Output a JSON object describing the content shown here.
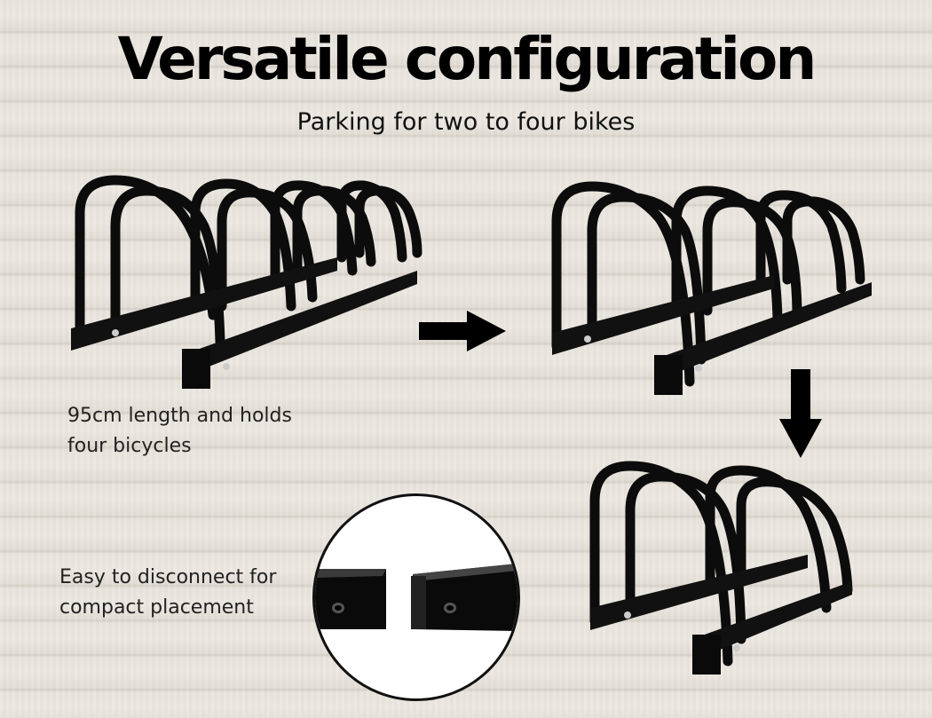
{
  "title": "Versatile configuration",
  "subtitle": "Parking for two to four bikes",
  "captions": {
    "length": "95cm length and holds\nfour bicycles",
    "disconnect": "Easy to disconnect for\ncompact placement"
  },
  "colors": {
    "rack": "#0c0c0c",
    "text": "#000000",
    "wood": "#e9e5dd"
  },
  "icons": {
    "right_arrow": "arrow-right-icon",
    "down_arrow": "arrow-down-icon"
  }
}
